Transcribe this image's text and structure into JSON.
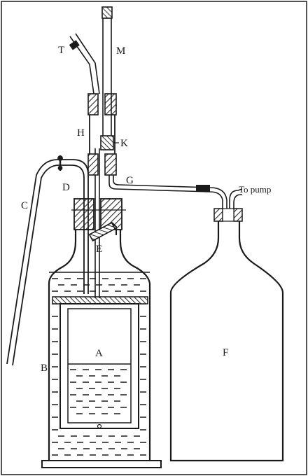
{
  "labels": {
    "a": "A",
    "b": "B",
    "c": "C",
    "d": "D",
    "e": "E",
    "f": "F",
    "g": "G",
    "h": "H",
    "k": "K",
    "m": "M",
    "t": "T",
    "pump": "To pump"
  },
  "colors": {
    "ink": "#1a1a1a",
    "paper": "#ffffff",
    "hatch": "#2a2a2a"
  }
}
